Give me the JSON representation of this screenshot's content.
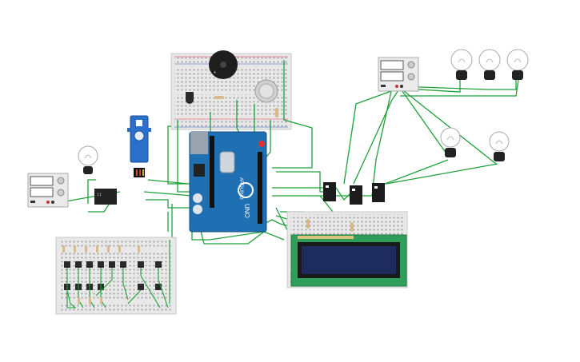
{
  "scene": {
    "arduino": {
      "brand": "ARDUINO",
      "model": "UNO"
    },
    "relay": {
      "label": "↕↕"
    },
    "power_supplies": [
      {
        "name": "power-supply-left"
      },
      {
        "name": "power-supply-top-right"
      }
    ],
    "bulbs": [
      {
        "name": "bulb-top-1"
      },
      {
        "name": "bulb-top-2"
      },
      {
        "name": "bulb-top-3"
      },
      {
        "name": "bulb-mid-1"
      },
      {
        "name": "bulb-mid-2"
      },
      {
        "name": "bulb-left"
      }
    ],
    "colors": {
      "wire": "#1fa03a",
      "breadboard": "#e6e6e6",
      "arduino": "#1f6fb3",
      "lcd_frame": "#2e9e59",
      "lcd_screen": "#1d2b5e",
      "servo": "#2a6fc9",
      "buzzer": "#222222"
    }
  }
}
